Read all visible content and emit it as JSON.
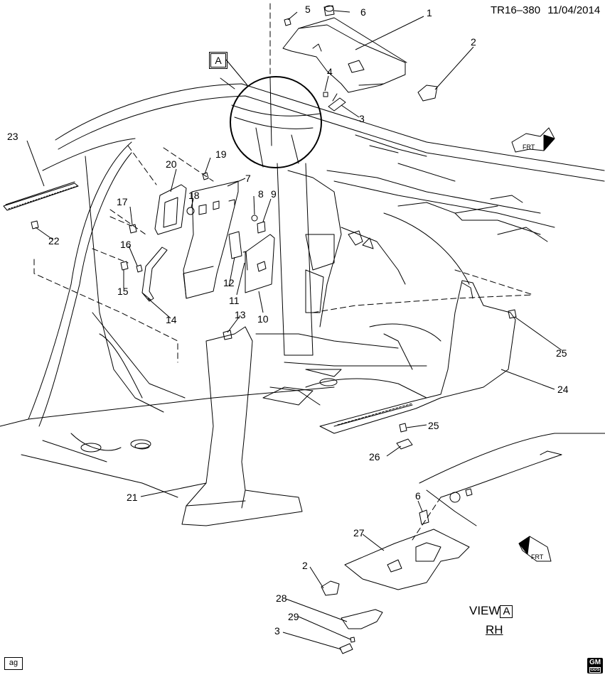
{
  "header": {
    "doc_id": "TR16–380",
    "date": "11/04/2014"
  },
  "view_box_letter": "A",
  "view_label": {
    "prefix": "VIEW",
    "letter": "A",
    "side": "RH"
  },
  "badges": {
    "bottom_left": "ag",
    "logo_text": "GM",
    "logo_sub": "GDS"
  },
  "arrow_label": "FRT",
  "callouts": [
    "1",
    "2",
    "3",
    "4",
    "5",
    "6",
    "7",
    "8",
    "9",
    "10",
    "11",
    "12",
    "13",
    "14",
    "15",
    "16",
    "17",
    "18",
    "19",
    "20",
    "21",
    "22",
    "23",
    "24",
    "25",
    "25",
    "26",
    "27",
    "2",
    "6",
    "28",
    "29",
    "3"
  ]
}
